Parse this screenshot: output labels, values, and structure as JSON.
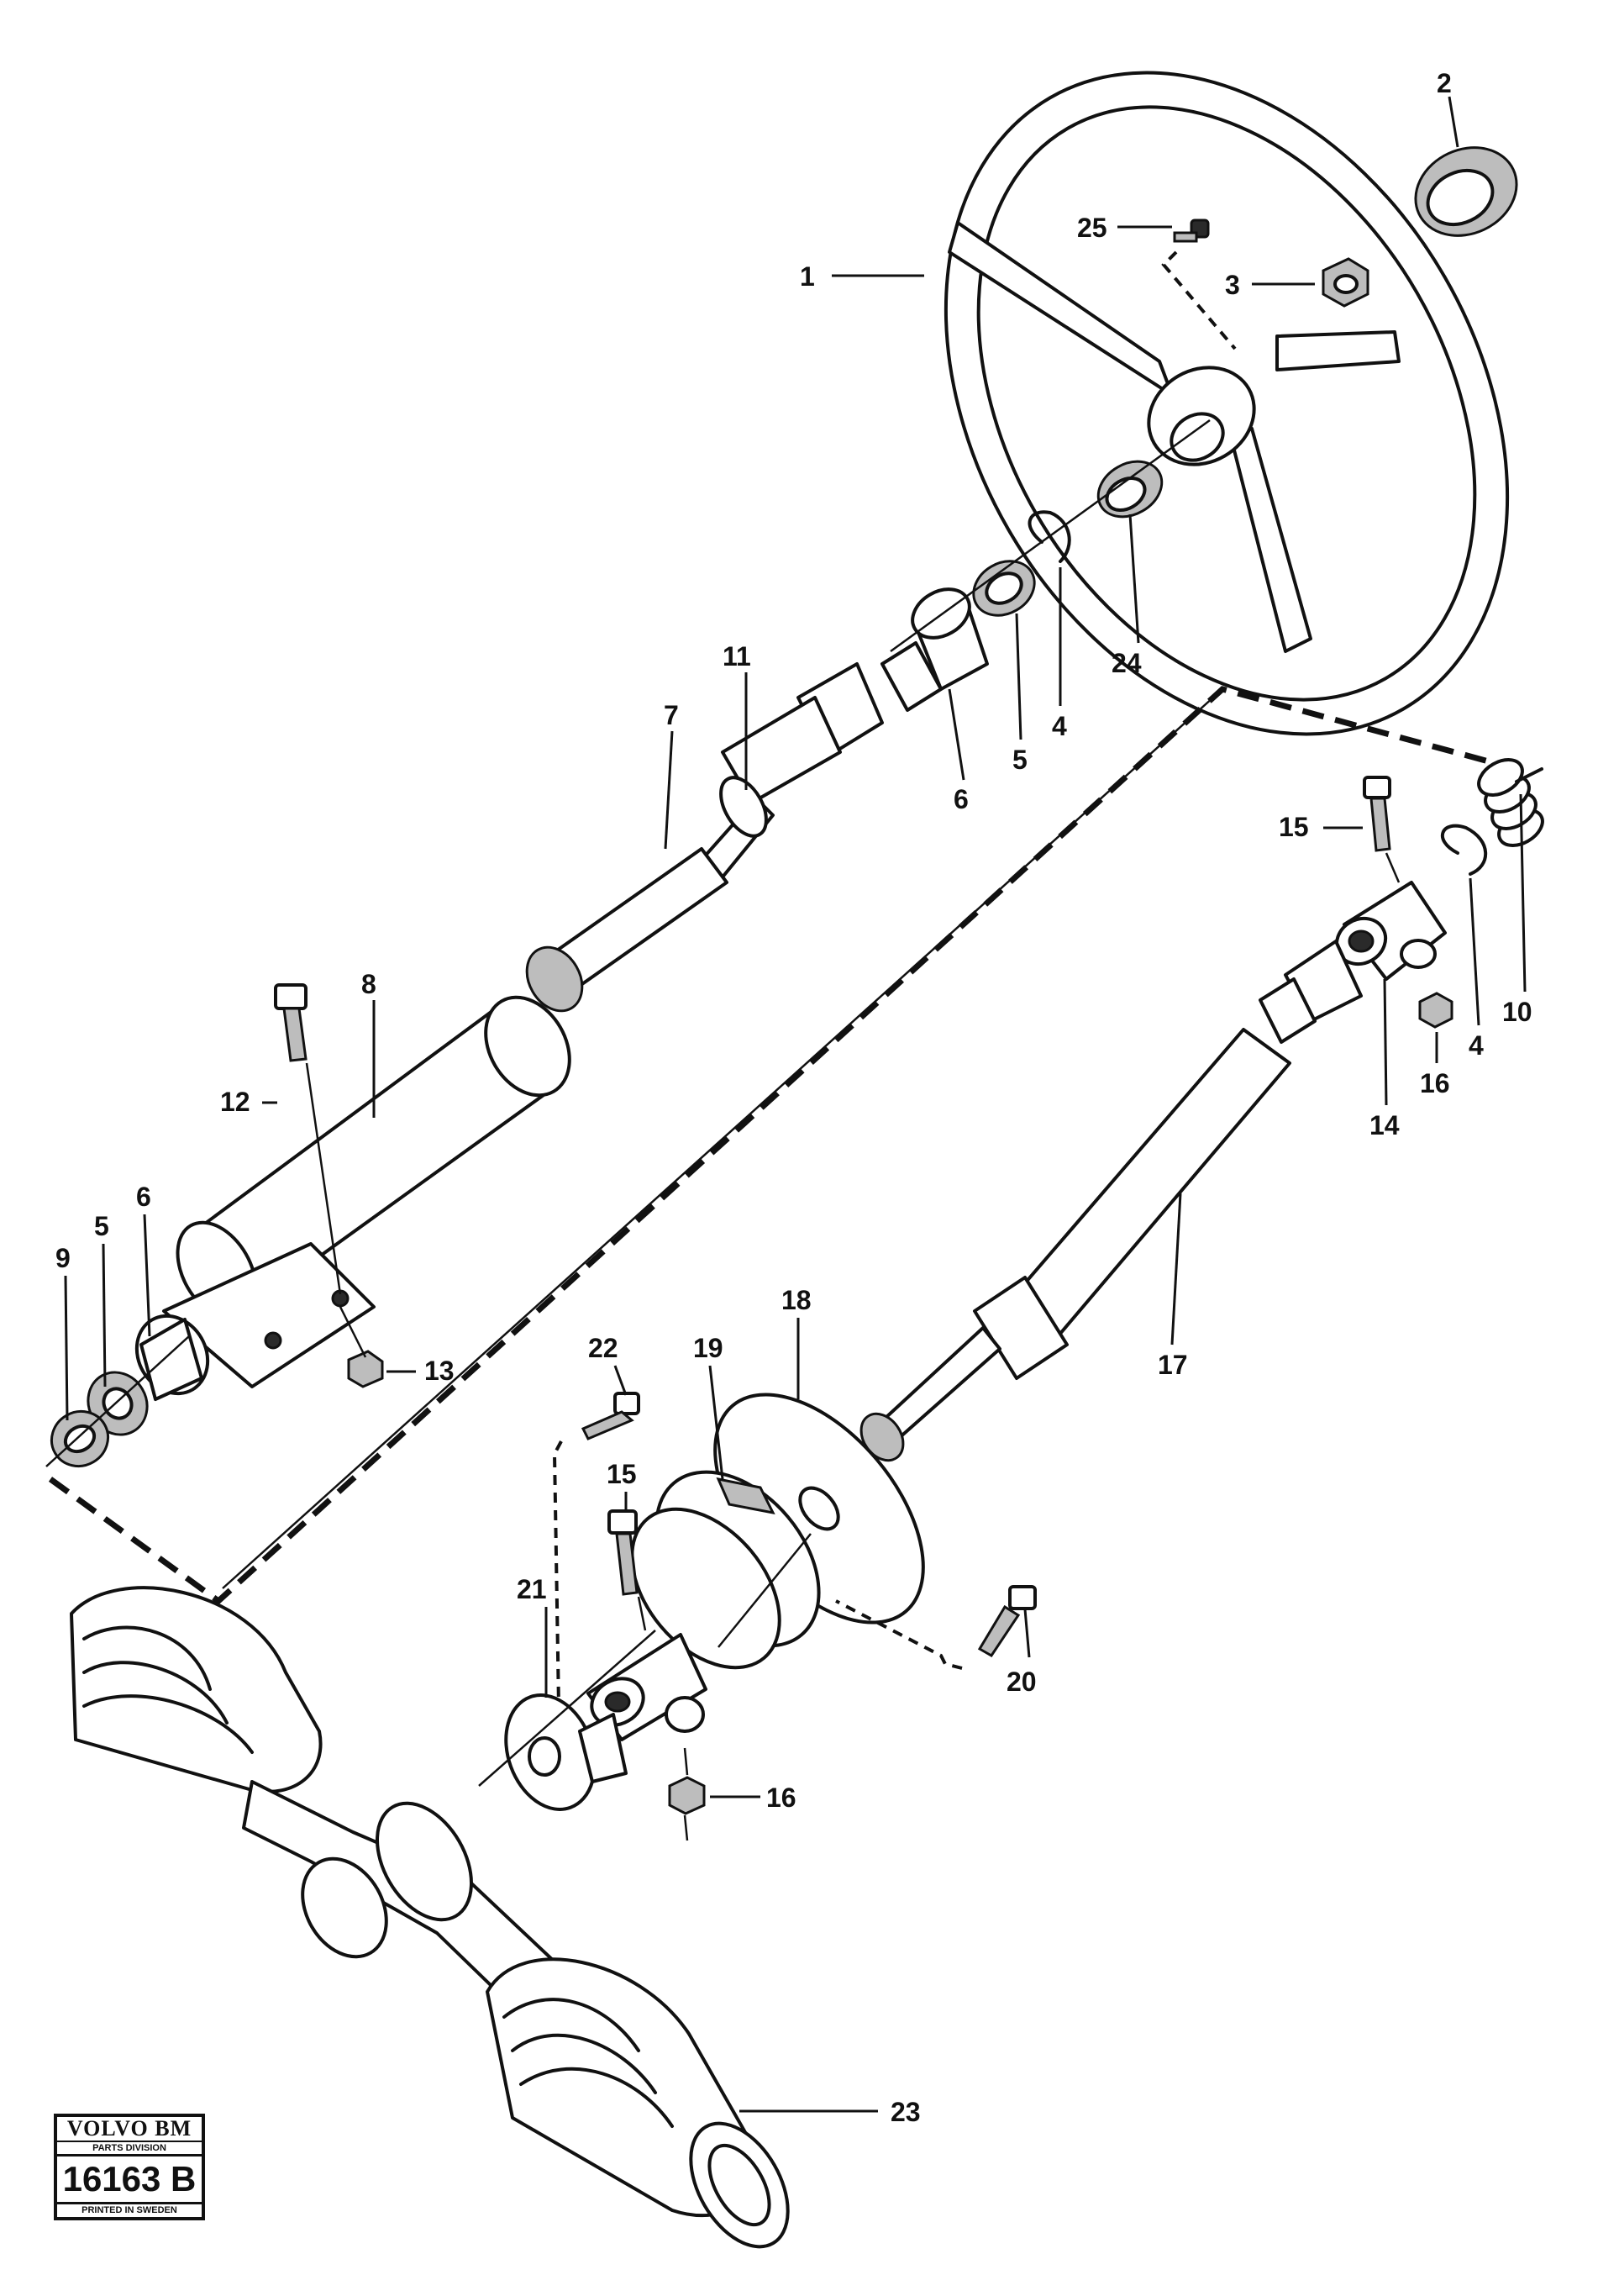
{
  "callouts": {
    "c1": "1",
    "c2": "2",
    "c3": "3",
    "c4a": "4",
    "c4b": "4",
    "c5a": "5",
    "c5b": "5",
    "c6a": "6",
    "c6b": "6",
    "c7": "7",
    "c8": "8",
    "c9": "9",
    "c10": "10",
    "c11": "11",
    "c12": "12",
    "c13": "13",
    "c14": "14",
    "c15a": "15",
    "c15b": "15",
    "c16a": "16",
    "c16b": "16",
    "c17": "17",
    "c18": "18",
    "c19": "19",
    "c20": "20",
    "c21": "21",
    "c22": "22",
    "c23": "23",
    "c24": "24",
    "c25": "25"
  },
  "badge": {
    "brand": "VOLVO BM",
    "division": "PARTS DIVISION",
    "number": "16163 B",
    "printed": "PRINTED IN SWEDEN"
  }
}
